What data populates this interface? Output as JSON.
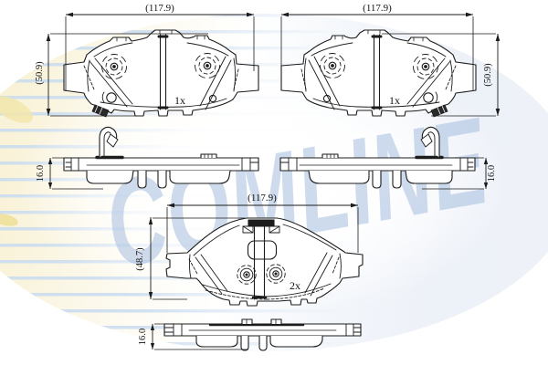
{
  "document_type": "brake-pad technical drawing",
  "watermark": {
    "brand": "COMLINE",
    "ellipse_cream": "#faf4dd",
    "stripe_blue": "#c8dbf0",
    "text_blue": "#9eb8db",
    "accent_yellow": "#eee09a"
  },
  "colors": {
    "line": "#1c1c1c",
    "background": "#ffffff"
  },
  "drawings": {
    "top_left_pad": {
      "width_label": "(117.9)",
      "height_label": "(50.9)",
      "qty_label": "1x"
    },
    "top_right_pad": {
      "width_label": "(117.9)",
      "height_label": "(50.9)",
      "qty_label": "1x"
    },
    "mid_left_side": {
      "thickness_label": "16.0"
    },
    "mid_right_side": {
      "thickness_label": "16.0"
    },
    "bottom_pad": {
      "width_label": "(117.9)",
      "height_label": "(48.7)",
      "qty_label": "2x"
    },
    "bottom_side": {
      "thickness_label": "16.0"
    }
  }
}
